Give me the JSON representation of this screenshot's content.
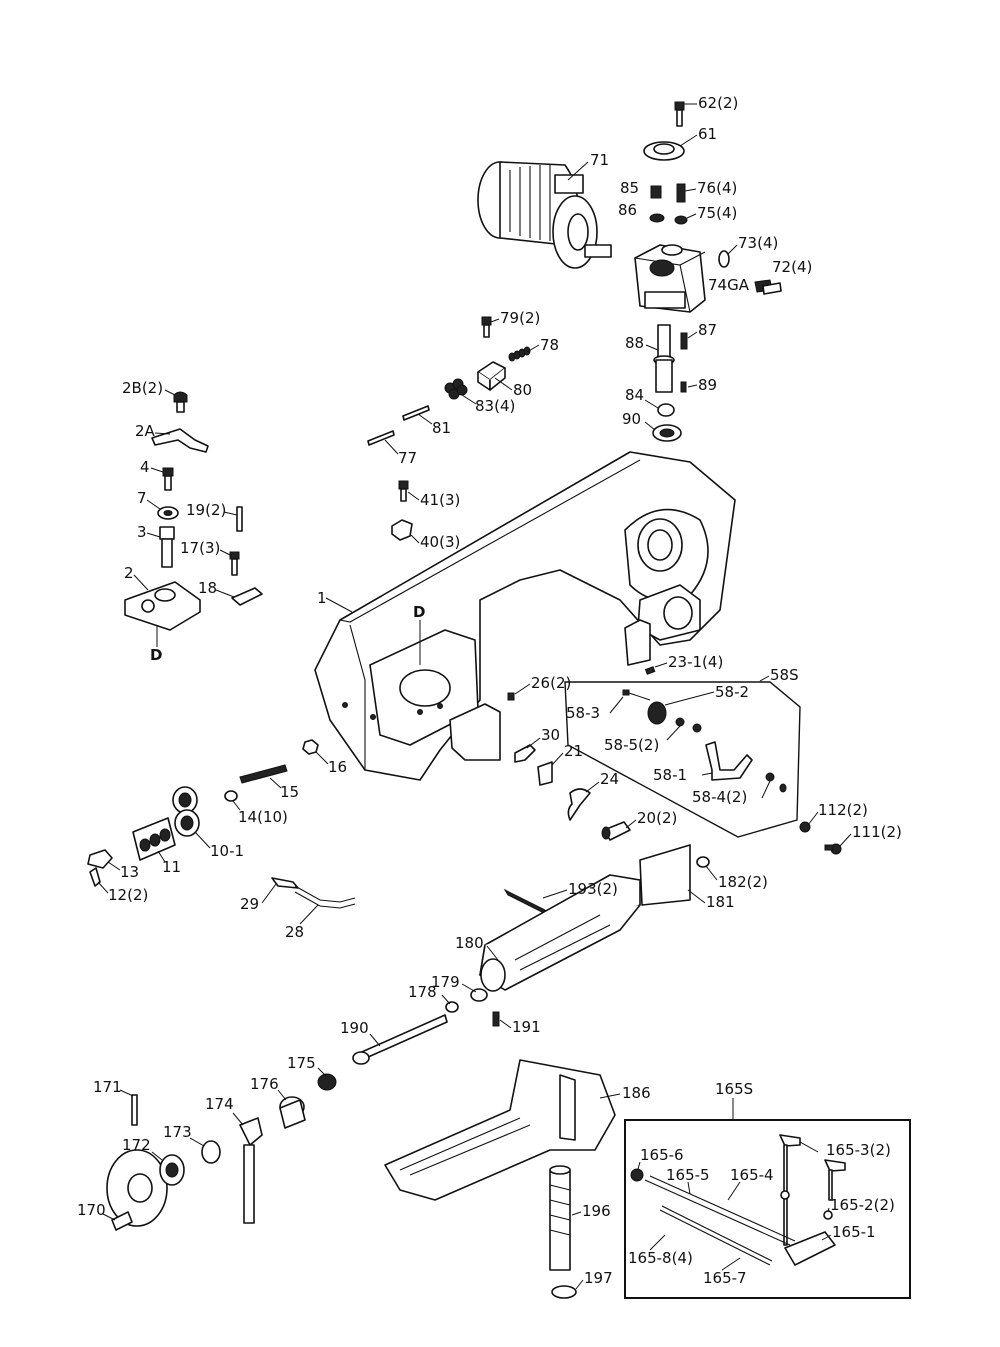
{
  "labels": {
    "l62": "62(2)",
    "l61": "61",
    "l71": "71",
    "l85": "85",
    "l76": "76(4)",
    "l86": "86",
    "l75": "75(4)",
    "l73": "73(4)",
    "l72": "72(4)",
    "l74": "74GA",
    "l79": "79(2)",
    "l78": "78",
    "l88": "88",
    "l87": "87",
    "l80": "80",
    "l83": "83(4)",
    "l84": "84",
    "l89": "89",
    "l90": "90",
    "l81": "81",
    "l77": "77",
    "l2B": "2B(2)",
    "l2A": "2A",
    "l4": "4",
    "l7": "7",
    "l19": "19(2)",
    "l41": "41(3)",
    "l40": "40(3)",
    "l3": "3",
    "l17": "17(3)",
    "l2": "2",
    "l18": "18",
    "l1": "1",
    "lD1": "D",
    "lD2": "D",
    "l23": "23-1(4)",
    "l58S": "58S",
    "l26": "26(2)",
    "l58_2": "58-2",
    "l58_3": "58-3",
    "l30": "30",
    "l58_5": "58-5(2)",
    "l21": "21",
    "l16": "16",
    "l58_1": "58-1",
    "l15": "15",
    "l24": "24",
    "l58_4": "58-4(2)",
    "l14": "14(10)",
    "l112": "112(2)",
    "l20": "20(2)",
    "l111": "111(2)",
    "l10_1": "10-1",
    "l13": "13",
    "l11": "11",
    "l182": "182(2)",
    "l12": "12(2)",
    "l193": "193(2)",
    "l181": "181",
    "l29": "29",
    "l28": "28",
    "l180": "180",
    "l178": "178",
    "l179": "179",
    "l191": "191",
    "l190": "190",
    "l175": "175",
    "l186": "186",
    "l165S": "165S",
    "l171": "171",
    "l176": "176",
    "l174": "174",
    "l173": "173",
    "l172": "172",
    "l165_6": "165-6",
    "l165_5": "165-5",
    "l165_4": "165-4",
    "l165_3": "165-3(2)",
    "l165_2": "165-2(2)",
    "l165_1": "165-1",
    "l170": "170",
    "l196": "196",
    "l165_8": "165-8(4)",
    "l165_7": "165-7",
    "l197": "197"
  },
  "colors": {
    "ink": "#111111",
    "paper": "#ffffff"
  }
}
